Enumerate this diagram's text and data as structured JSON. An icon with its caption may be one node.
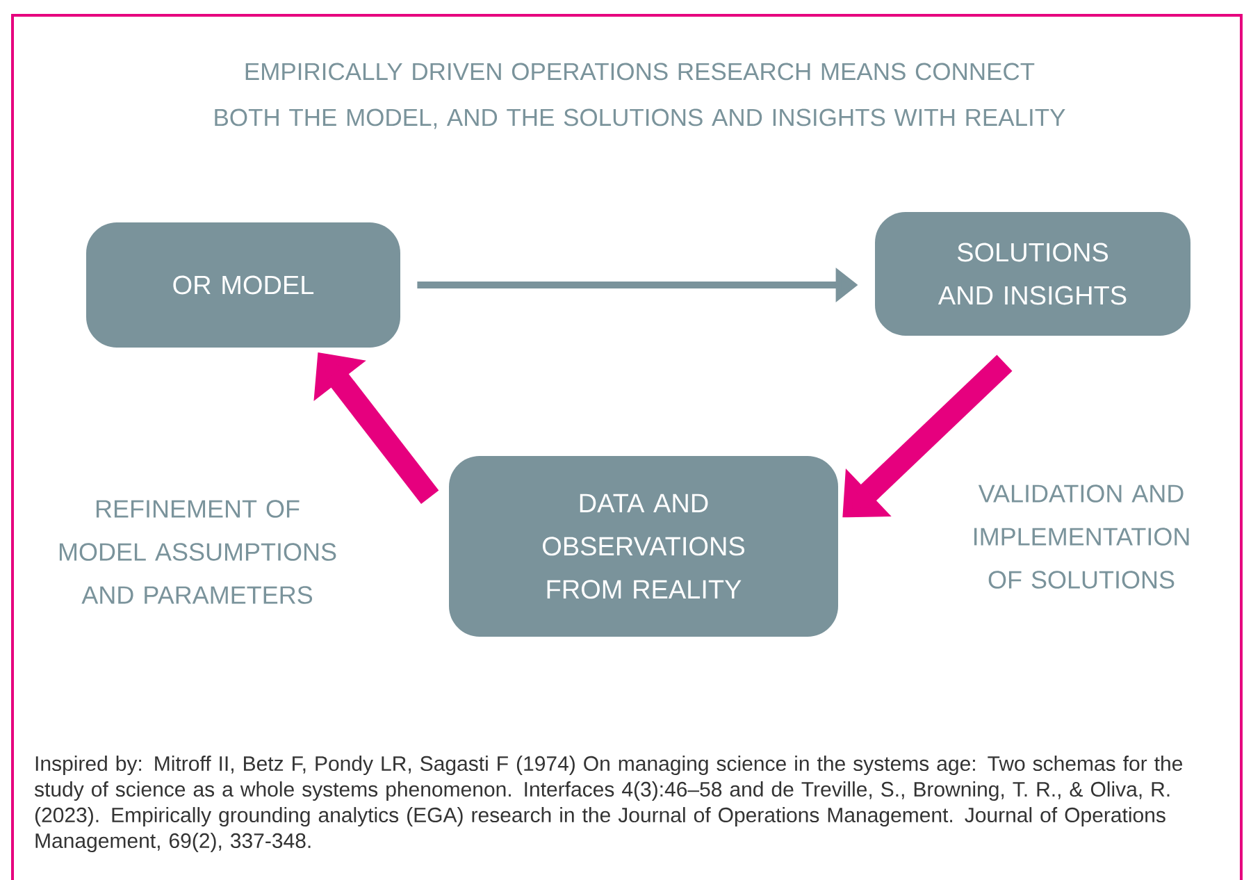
{
  "diagram": {
    "title": "EMPIRICALLY DRIVEN OPERATIONS RESEARCH MEANS CONNECT BOTH THE MODEL, AND THE SOLUTIONS AND INSIGHTS WITH REALITY",
    "caption": "Inspired by: Mitroff II, Betz F, Pondy LR, Sagasti F (1974) On managing science in the systems age: Two schemas for the study of science as a whole systems phenomenon. Interfaces 4(3):46–58 and de Treville, S., Browning, T. R., & Oliva, R. (2023). Empirically grounding analytics (EGA) research in the Journal of Operations Management. Journal of Operations Management, 69(2), 337-348.",
    "nodes": [
      {
        "text": [
          "OR MODEL"
        ]
      },
      {
        "text": [
          "SOLUTIONS AND INSIGHTS"
        ]
      },
      {
        "text": [
          "DATA AND OBSERVATIONS FROM REALITY"
        ]
      }
    ],
    "edges": [
      {
        "from": 0,
        "to": 1,
        "arrow": "to",
        "color": "#7a939b"
      },
      {
        "from": 1,
        "to": 2,
        "arrow": "to",
        "color": "#e6007e",
        "label": "VALIDATION AND IMPLEMENTATION OF SOLUTIONS"
      },
      {
        "from": 2,
        "to": 0,
        "arrow": "to",
        "color": "#e6007e",
        "label": "REFINEMENT OF MODEL ASSUMPTIONS AND PARAMETERS"
      }
    ]
  }
}
